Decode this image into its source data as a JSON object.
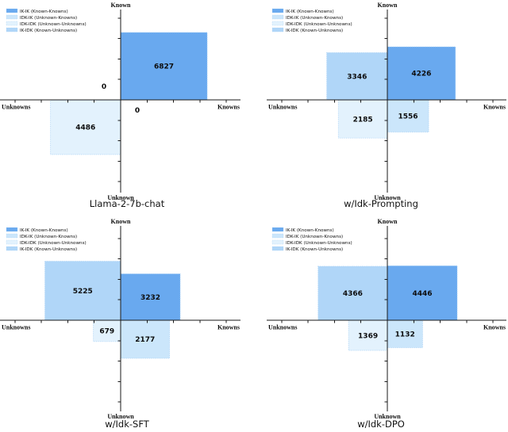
{
  "figure": {
    "axes_labels": {
      "top": "Known",
      "bottom": "Unknown",
      "left": "Unknowns",
      "right": "Knowns"
    },
    "colors": {
      "background": "#ffffff",
      "axis": "#1a1a1a",
      "text": "#0d0d0d",
      "rect_edge": "#a9d1f5"
    },
    "legend": {
      "items": [
        "IK-IK (Known-Knowns)",
        "IDK-IK (Unknown-Knowns)",
        "IDK-IDK (Unknown-Unknowns)",
        "IK-IDK (Known-Unknowns)"
      ]
    },
    "categories": [
      {
        "id": "IK-IK",
        "label": "IK-IK (Known-Knowns)",
        "quadrant": "top-right",
        "fill": "#69a9ef"
      },
      {
        "id": "IDK-IK",
        "label": "IDK-IK (Unknown-Knowns)",
        "quadrant": "bottom-right",
        "fill": "#cbe6fb"
      },
      {
        "id": "IDK-IDK",
        "label": "IDK-IDK (Unknown-Unknowns)",
        "quadrant": "bottom-left",
        "fill": "#e3f2fd"
      },
      {
        "id": "IK-IDK",
        "label": "IK-IDK (Known-Unknowns)",
        "quadrant": "top-left",
        "fill": "#b0d6f8"
      }
    ]
  },
  "chart_data": [
    {
      "type": "quadrant-area",
      "title": "Llama-2-7b-chat",
      "x_axis": "Unknowns (left) to Knowns (right)",
      "y_axis": "Unknown (bottom) to Known (top)",
      "scale": "square side proportional to sqrt(count)",
      "values": {
        "IK-IK": 6827,
        "IDK-IK": 0,
        "IDK-IDK": 4486,
        "IK-IDK": 0
      }
    },
    {
      "type": "quadrant-area",
      "title": "w/Idk-Prompting",
      "x_axis": "Unknowns (left) to Knowns (right)",
      "y_axis": "Unknown (bottom) to Known (top)",
      "scale": "square side proportional to sqrt(count)",
      "values": {
        "IK-IK": 4226,
        "IDK-IK": 1556,
        "IDK-IDK": 2185,
        "IK-IDK": 3346
      }
    },
    {
      "type": "quadrant-area",
      "title": "w/Idk-SFT",
      "x_axis": "Unknowns (left) to Knowns (right)",
      "y_axis": "Unknown (bottom) to Known (top)",
      "scale": "square side proportional to sqrt(count)",
      "values": {
        "IK-IK": 3232,
        "IDK-IK": 2177,
        "IDK-IDK": 679,
        "IK-IDK": 5225
      }
    },
    {
      "type": "quadrant-area",
      "title": "w/Idk-DPO",
      "x_axis": "Unknowns (left) to Knowns (right)",
      "y_axis": "Unknown (bottom) to Known (top)",
      "scale": "square side proportional to sqrt(count)",
      "values": {
        "IK-IK": 4446,
        "IDK-IK": 1132,
        "IDK-IDK": 1369,
        "IK-IDK": 4366
      }
    }
  ]
}
